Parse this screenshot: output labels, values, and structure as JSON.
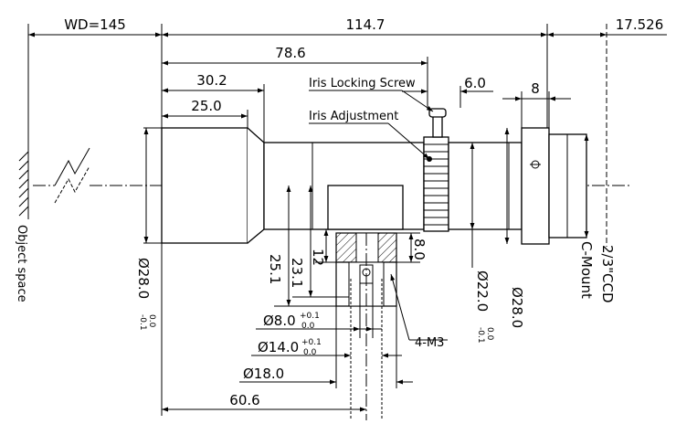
{
  "dimensions": {
    "wd": "WD=145",
    "total_length": "114.7",
    "flange_back": "17.526",
    "len_78_6": "78.6",
    "len_30_2": "30.2",
    "len_25_0": "25.0",
    "len_6_0": "6.0",
    "len_8": "8",
    "dia_front": "Ø28.0",
    "dia_front_tol_upper": "0.0",
    "dia_front_tol_lower": "-0.1",
    "dia_rear_body": "Ø22.0",
    "dia_rear_tol_upper": "0.0",
    "dia_rear_tol_lower": "-0.1",
    "dia_rear": "Ø28.0",
    "h_25_1": "25.1",
    "h_23_1": "23.1",
    "h_12": "12",
    "h_8_0": "8.0",
    "bore_8": "Ø8.0",
    "bore_8_tol_upper": "+0.1",
    "bore_8_tol_lower": "0.0",
    "bore_14": "Ø14.0",
    "bore_14_tol_upper": "+0.1",
    "bore_14_tol_lower": "0.0",
    "dia_18": "Ø18.0",
    "len_60_6": "60.6",
    "thread": "4-M3"
  },
  "labels": {
    "iris_locking_screw": "Iris Locking Screw",
    "iris_adjustment": "Iris Adjustment",
    "object_space": "Object space",
    "c_mount": "C-Mount",
    "ccd": "2/3\"CCD"
  }
}
